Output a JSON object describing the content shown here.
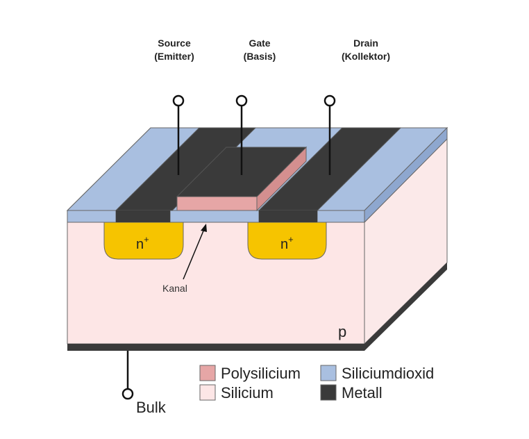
{
  "terminals": {
    "source": {
      "name": "Source",
      "alt": "(Emitter)"
    },
    "gate": {
      "name": "Gate",
      "alt": "(Basis)"
    },
    "drain": {
      "name": "Drain",
      "alt": "(Kollektor)"
    }
  },
  "regions": {
    "n_left": "n",
    "n_right": "n",
    "n_superscript": "+",
    "substrate": "p",
    "channel": "Kanal"
  },
  "bulk_label": "Bulk",
  "legend": [
    {
      "label": "Polysilicium",
      "color": "#e6a6a6"
    },
    {
      "label": "Siliciumdioxid",
      "color": "#a9bfe0"
    },
    {
      "label": "Silicium",
      "color": "#fde6e6"
    },
    {
      "label": "Metall",
      "color": "#3a3a3a"
    }
  ],
  "colors": {
    "silicon": "#fde6e6",
    "silicon_side": "#fbe9e9",
    "oxide": "#a9bfe0",
    "oxide_dark": "#8ea7cf",
    "metal": "#3a3a3a",
    "poly": "#e6a6a6",
    "n_doping": "#f6c400"
  }
}
